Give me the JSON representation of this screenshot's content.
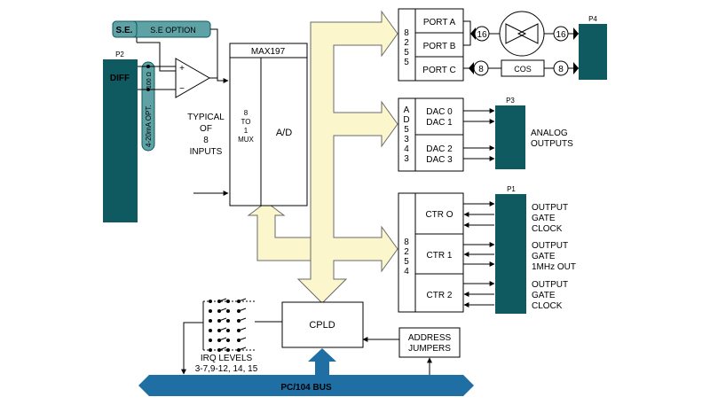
{
  "colors": {
    "teal_dark": "#0f5a60",
    "teal_light": "#5fa2a6",
    "bus_blue": "#1f6fa5",
    "arrow_fill": "#fbf6cc",
    "arrow_stroke": "#6a6a6a"
  },
  "labels": {
    "se_badge": "S.E.",
    "se_option": "S.E OPTION",
    "p2": "P2",
    "diff": "DIFF",
    "opt_420": "4-20mA OPT.",
    "opt_100": "100 Ω",
    "amp_plus": "+",
    "amp_minus": "−",
    "typical_1": "TYPICAL",
    "typical_2": "OF",
    "typical_3": "8",
    "typical_4": "INPUTS",
    "max197": "MAX197",
    "mux_1": "8",
    "mux_2": "TO",
    "mux_3": "1",
    "mux_4": "MUX",
    "ad": "A/D",
    "chip_8255": [
      "8",
      "2",
      "5",
      "5"
    ],
    "port_a": "PORT A",
    "port_b": "PORT B",
    "port_c": "PORT C",
    "bus16_a": "16",
    "bus16_b": "16",
    "bus8_a": "8",
    "bus8_b": "8",
    "cos": "COS",
    "p4": "P4",
    "chip_ad5343": [
      "A",
      "D",
      "5",
      "3",
      "4",
      "3"
    ],
    "dac0": "DAC 0",
    "dac1": "DAC 1",
    "dac2": "DAC 2",
    "dac3": "DAC 3",
    "p3": "P3",
    "analog_1": "ANALOG",
    "analog_2": "OUTPUTS",
    "p1": "P1",
    "chip_8254": [
      "8",
      "2",
      "5",
      "4"
    ],
    "ctr0": "CTR O",
    "ctr1": "CTR 1",
    "ctr2": "CTR 2",
    "out0": [
      "OUTPUT",
      "GATE",
      "CLOCK"
    ],
    "out1": [
      "OUTPUT",
      "GATE",
      "1MHz OUT"
    ],
    "out2": [
      "OUTPUT",
      "GATE",
      "CLOCK"
    ],
    "cpld": "CPLD",
    "addr_1": "ADDRESS",
    "addr_2": "JUMPERS",
    "irq_1": "IRQ LEVELS",
    "irq_2": "3-7,9-12, 14, 15",
    "bus": "PC/104 BUS"
  }
}
